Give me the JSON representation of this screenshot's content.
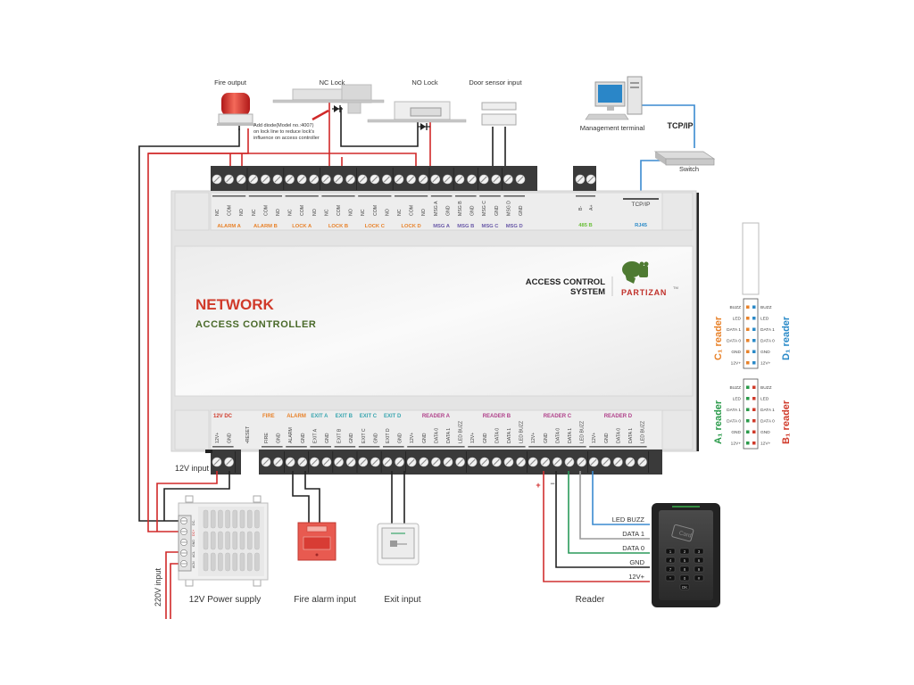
{
  "devices": {
    "fire_output": "Fire output",
    "nc_lock": "NC Lock",
    "no_lock": "NO Lock",
    "door_sensor": "Door sensor input",
    "management_terminal": "Management terminal",
    "tcpip": "TCP/IP",
    "switch": "Switch",
    "diode_note": [
      "Add diode(Model no.:4007)",
      "on lock line to reduce lock's",
      "influence on access controller"
    ],
    "power_supply": "12V Power supply",
    "fire_alarm_input": "Fire alarm input",
    "exit_input": "Exit input",
    "reader": "Reader",
    "input_12v": "12V input",
    "input_220v": "220V input",
    "card": "Card"
  },
  "controller": {
    "title": "NETWORK",
    "subtitle": "ACCESS CONTROLLER",
    "system_line1": "ACCESS CONTROL",
    "system_line2": "SYSTEM",
    "brand": "PARTIZAN",
    "tm": "TM",
    "top_groups": [
      {
        "name": "ALARM A",
        "pins": [
          "NC",
          "COM",
          "NO"
        ],
        "color": "#e8822a"
      },
      {
        "name": "ALARM B",
        "pins": [
          "NC",
          "COM",
          "NO"
        ],
        "color": "#e8822a"
      },
      {
        "name": "LOCK A",
        "pins": [
          "NC",
          "COM",
          "NO"
        ],
        "color": "#e8822a"
      },
      {
        "name": "LOCK B",
        "pins": [
          "NC",
          "COM",
          "NO"
        ],
        "color": "#e8822a"
      },
      {
        "name": "LOCK C",
        "pins": [
          "NC",
          "COM",
          "NO"
        ],
        "color": "#e8822a"
      },
      {
        "name": "LOCK D",
        "pins": [
          "NC",
          "COM",
          "NO"
        ],
        "color": "#e8822a"
      },
      {
        "name": "MSG A",
        "pins": [
          "MSG A",
          "GND"
        ],
        "color": "#6a5aa8"
      },
      {
        "name": "MSG B",
        "pins": [
          "MSG B",
          "GND"
        ],
        "color": "#6a5aa8"
      },
      {
        "name": "MSG C",
        "pins": [
          "MSG C",
          "GND"
        ],
        "color": "#6a5aa8"
      },
      {
        "name": "MSG D",
        "pins": [
          "MSG D",
          "GND"
        ],
        "color": "#6a5aa8"
      }
    ],
    "rs485": {
      "name": "485 B",
      "pins": [
        "B-",
        "A+"
      ],
      "color": "#6bbf3a"
    },
    "rj45": {
      "name": "RJ45",
      "label": "TCP/IP",
      "color": "#2a8ac8"
    },
    "bottom_groups": [
      {
        "name": "12V DC",
        "pins": [
          "12V+",
          "GND"
        ],
        "color": "#d03a2a"
      },
      {
        "name": "",
        "pins": [
          "RESET"
        ],
        "color": "#d03a2a"
      },
      {
        "name": "FIRE",
        "pins": [
          "FIRE",
          "GND"
        ],
        "color": "#e8822a"
      },
      {
        "name": "ALARM",
        "pins": [
          "ALARM",
          "GND"
        ],
        "color": "#e8822a"
      },
      {
        "name": "EXIT A",
        "pins": [
          "EXIT A",
          "GND"
        ],
        "color": "#3aa6b0"
      },
      {
        "name": "EXIT B",
        "pins": [
          "EXIT B",
          "GND"
        ],
        "color": "#3aa6b0"
      },
      {
        "name": "EXIT C",
        "pins": [
          "EXIT C",
          "GND"
        ],
        "color": "#3aa6b0"
      },
      {
        "name": "EXIT D",
        "pins": [
          "EXIT D",
          "GND"
        ],
        "color": "#3aa6b0"
      },
      {
        "name": "READER A",
        "pins": [
          "12V+",
          "GND",
          "DATA 0",
          "DATA 1",
          "LED BUZZ"
        ],
        "color": "#b0408a"
      },
      {
        "name": "READER B",
        "pins": [
          "12V+",
          "GND",
          "DATA 0",
          "DATA 1",
          "LED BUZZ"
        ],
        "color": "#b0408a"
      },
      {
        "name": "READER C",
        "pins": [
          "12V+",
          "GND",
          "DATA 0",
          "DATA 1",
          "LED BUZZ"
        ],
        "color": "#b0408a"
      },
      {
        "name": "READER D",
        "pins": [
          "12V+",
          "GND",
          "DATA 0",
          "DATA 1",
          "LED BUZZ"
        ],
        "color": "#b0408a"
      }
    ]
  },
  "reader_legend": {
    "pins": [
      "BUZZ",
      "LED",
      "DATA 1",
      "DATA 0",
      "GND",
      "12V+"
    ],
    "c_reader": "C₁ reader",
    "d_reader": "D₁ reader",
    "a_reader": "A₁ reader",
    "b_reader": "B₁ reader",
    "colors": {
      "c": "#e8822a",
      "d": "#2a8ac8",
      "a": "#2a9a4a",
      "b": "#d03a2a"
    }
  },
  "reader_wiring": {
    "wires": [
      {
        "label": "LED BUZZ",
        "color": "#3a8ad0"
      },
      {
        "label": "DATA 1",
        "color": "#9a9a9a"
      },
      {
        "label": "DATA 0",
        "color": "#2a9a5a"
      },
      {
        "label": "GND",
        "color": "#222222"
      },
      {
        "label": "12V+",
        "color": "#d03030"
      }
    ],
    "plus": "+",
    "minus": "−"
  },
  "power_supply_terminals": [
    "DC-",
    "DC+",
    "GND",
    "ACL",
    "ACN"
  ],
  "keypad": [
    "1",
    "2",
    "3",
    "4",
    "5",
    "6",
    "7",
    "8",
    "9",
    "*",
    "0",
    "#",
    "OK"
  ],
  "colors": {
    "red_wire": "#d02828",
    "black_wire": "#222222",
    "terminal": "#3a3a3a",
    "body": "#e6e6e6",
    "network_red": "#d03a2a",
    "controller_green": "#4a6a2a",
    "brand_green": "#4e7a32",
    "brand_red": "#c0302a"
  }
}
